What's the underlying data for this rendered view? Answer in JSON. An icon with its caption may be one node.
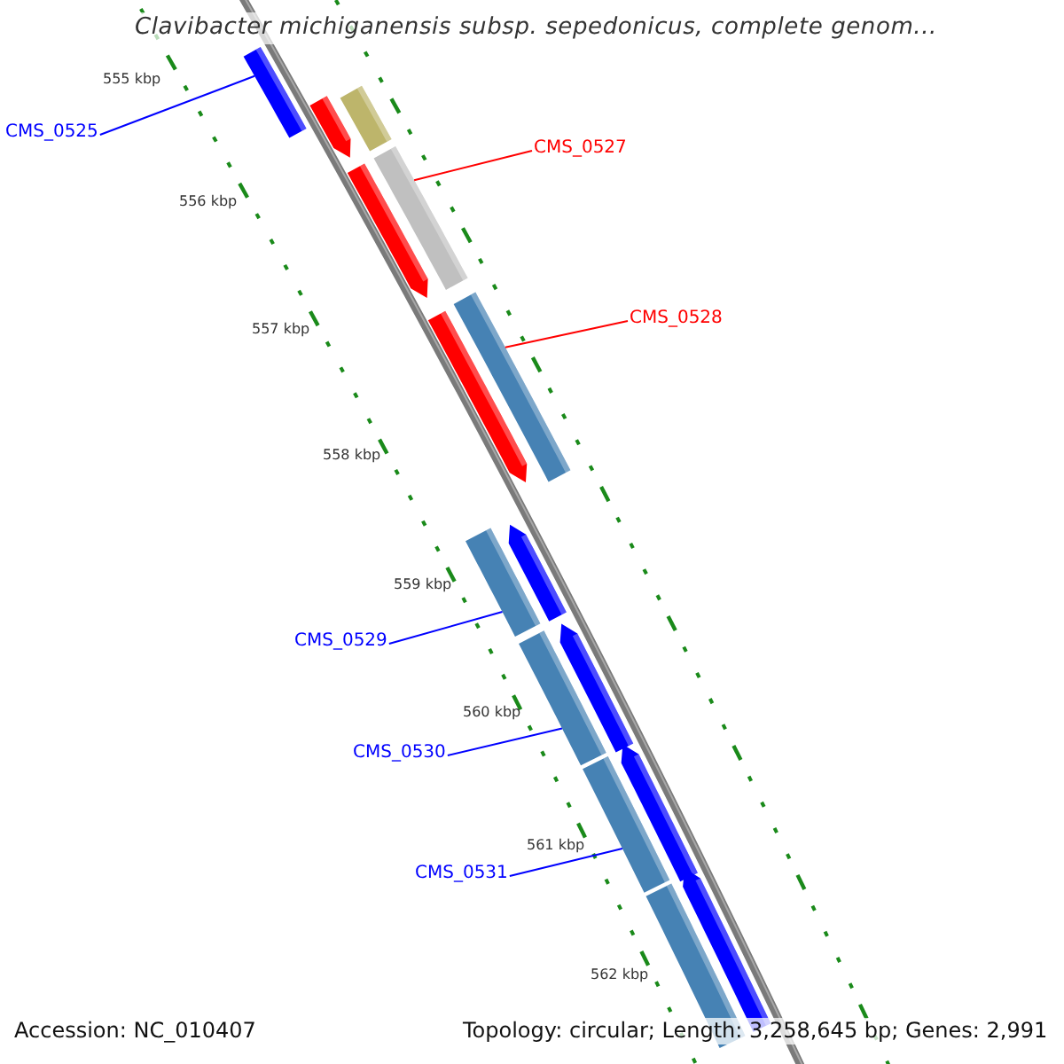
{
  "diagram": {
    "title": "Clavibacter michiganensis subsp. sepedonicus, complete genom...",
    "nodes": [
      {
        "text": [
          "CMS_0525"
        ]
      },
      {
        "text": [],
        "shape": "bar"
      },
      {
        "text": [
          "CMS_0527"
        ]
      },
      {
        "text": [],
        "shape": "bar"
      },
      {
        "text": [
          "CMS_0528"
        ]
      },
      {
        "text": [],
        "shape": "bar"
      },
      {
        "text": [
          "CMS_0529"
        ]
      },
      {
        "text": [],
        "shape": "bar"
      },
      {
        "text": [
          "CMS_0530"
        ]
      },
      {
        "text": [],
        "shape": "bar"
      },
      {
        "text": [
          "CMS_0531"
        ]
      },
      {
        "text": [],
        "shape": "bar"
      }
    ],
    "edges": [
      {
        "from": 0,
        "to": 1,
        "arrow": "none"
      },
      {
        "from": 2,
        "to": 3,
        "arrow": "none",
        "color": "#ff0000"
      },
      {
        "from": 4,
        "to": 5,
        "arrow": "none",
        "color": "#ff0000"
      },
      {
        "from": 6,
        "to": 7,
        "arrow": "none"
      },
      {
        "from": 8,
        "to": 9,
        "arrow": "none"
      },
      {
        "from": 10,
        "to": 11,
        "arrow": "none"
      }
    ],
    "labels": [
      "555 kbp",
      "556 kbp",
      "557 kbp",
      "558 kbp",
      "559 kbp",
      "560 kbp",
      "561 kbp",
      "562 kbp",
      "Accession: NC_010407",
      "Topology: circular; Length: 3,258,645 bp; Genes: 2,991"
    ]
  }
}
